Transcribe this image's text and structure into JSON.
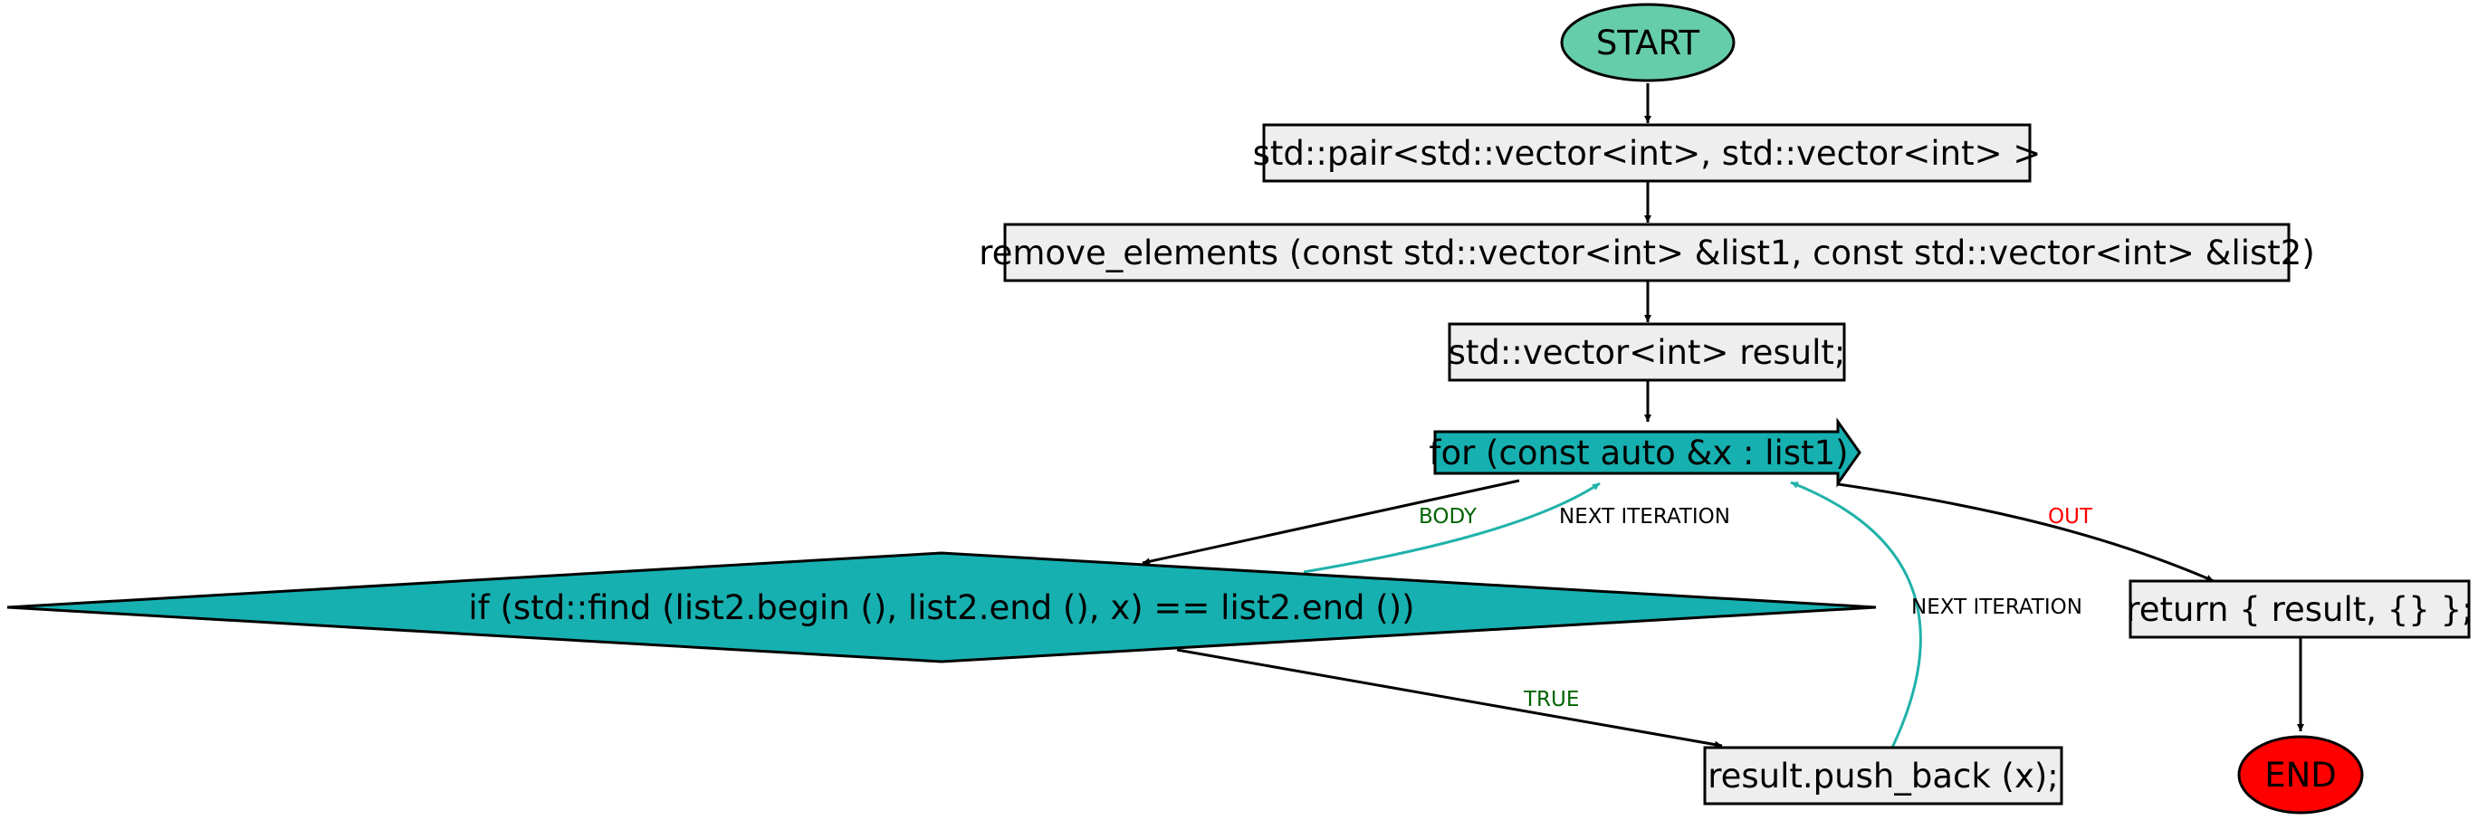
{
  "nodes": {
    "start": "START",
    "pair_decl": "std::pair<std::vector<int>, std::vector<int> >",
    "func_sig": "remove_elements (const std::vector<int> &list1, const std::vector<int> &list2)",
    "result_decl": "std::vector<int> result;",
    "for_loop": "for (const auto &x : list1)",
    "if_cond": "if (std::find (list2.begin (), list2.end (), x) == list2.end ())",
    "push_back": "result.push_back (x);",
    "return_stmt": "return { result, {} };",
    "end": "END"
  },
  "edges": {
    "body": "BODY",
    "next_iteration_1": "NEXT ITERATION",
    "next_iteration_2": "NEXT ITERATION",
    "out": "OUT",
    "true": "TRUE"
  },
  "colors": {
    "start_fill": "#66cdaa",
    "end_fill": "#ff0000",
    "box_fill": "#eeeeee",
    "loop_fill": "#17b0b0",
    "back_edge": "#20b2aa",
    "label_green": "#006400",
    "label_red": "#ff0000",
    "label_black": "#000000"
  }
}
